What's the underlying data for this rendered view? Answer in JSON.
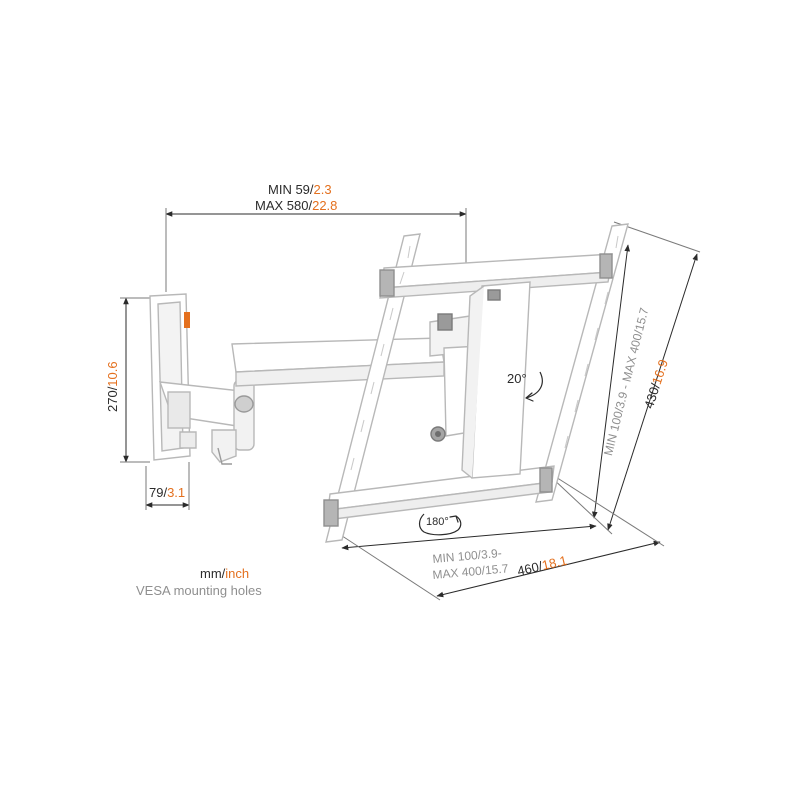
{
  "colors": {
    "accent": "#e4701e",
    "text": "#2b2b2b",
    "muted": "#8f8f8f",
    "mount": "#ffffff",
    "mount_outline": "#b8b8b8",
    "hardware": "#9a9a9a"
  },
  "arm_extension": {
    "min_mm": "MIN 59/",
    "min_inch": "2.3",
    "max_mm": "MAX 580/",
    "max_inch": "22.8"
  },
  "wall_plate_height": {
    "mm": "270/",
    "inch": "10.6"
  },
  "wall_plate_depth": {
    "mm": "79/",
    "inch": "3.1"
  },
  "vesa_vertical": {
    "range_mm_1": "MIN 100/",
    "range_inch_1": "3.9",
    "range_mm_2": " - MAX 400/",
    "range_inch_2": "15.7",
    "size_mm": "430/",
    "size_inch": "16.9"
  },
  "vesa_horizontal": {
    "range_line1_mm": "MIN 100/",
    "range_line1_inch": "3.9-",
    "range_line2_mm": "MAX 400/",
    "range_line2_inch": "15.7",
    "size_mm": "460/",
    "size_inch": "18.1"
  },
  "tilt": {
    "label": "20°"
  },
  "swivel": {
    "label": "180°"
  },
  "legend": {
    "unit_mm": "mm/",
    "unit_inch": "inch",
    "caption": "VESA mounting holes"
  },
  "brand_mark": {
    "color": "#e4701e"
  }
}
